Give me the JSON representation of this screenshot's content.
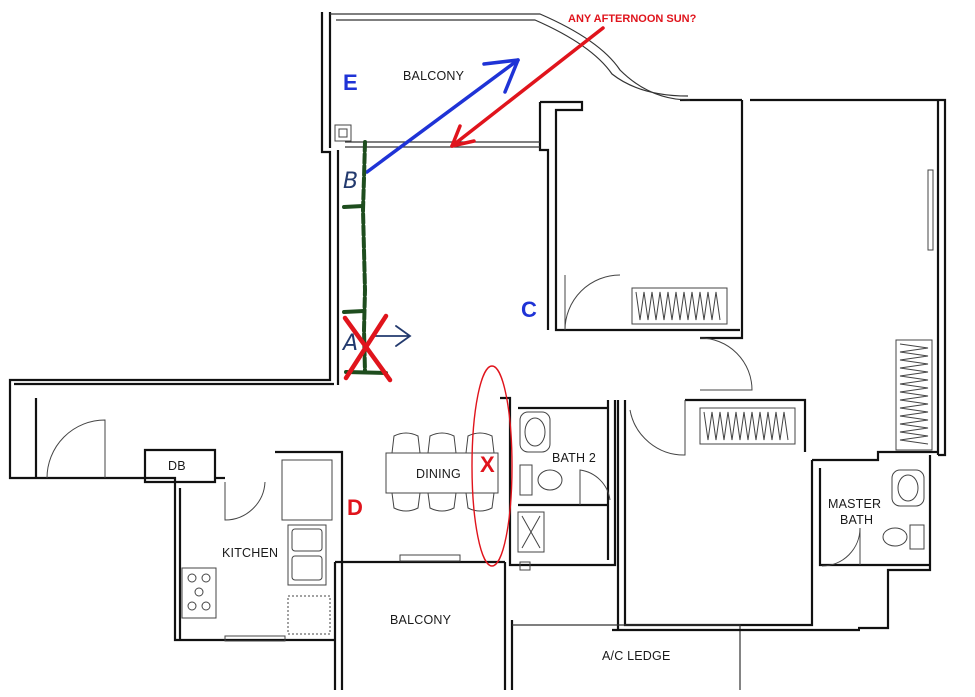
{
  "rooms": {
    "balcony_top": "BALCONY",
    "dining": "DINING",
    "bath2": "BATH 2",
    "kitchen": "KITCHEN",
    "db": "DB",
    "master_bath_line1": "MASTER",
    "master_bath_line2": "BATH",
    "balcony_bottom": "BALCONY",
    "ac_ledge": "A/C LEDGE"
  },
  "annotations": {
    "note": "ANY AFTERNOON SUN?",
    "letter_e": "E",
    "letter_c": "C",
    "letter_d": "D",
    "mark_x": "X",
    "hand_b": "B",
    "hand_a": "A"
  },
  "colors": {
    "red": "#e0141c",
    "blue": "#1f33d6",
    "green": "#1e4d1e",
    "wall": "#111111"
  }
}
